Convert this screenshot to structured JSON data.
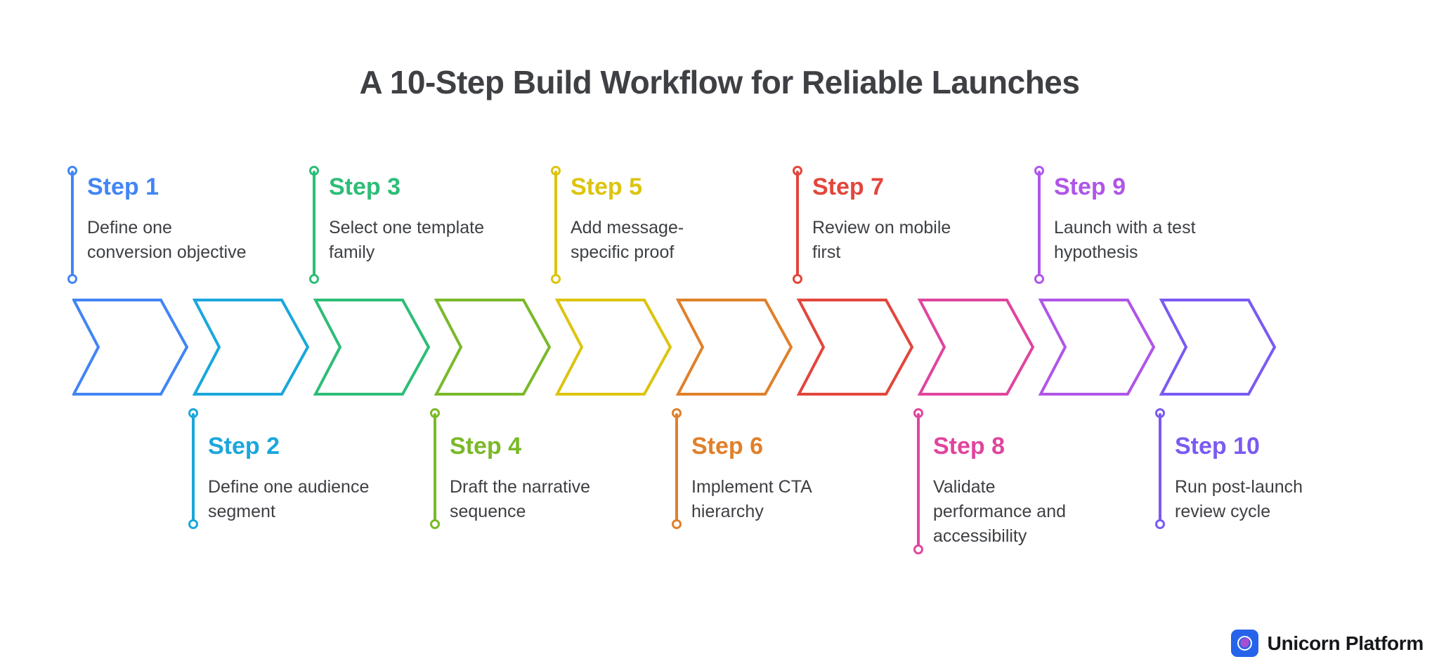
{
  "title": "A 10-Step Build Workflow for Reliable Launches",
  "steps": [
    {
      "label": "Step 1",
      "description": "Define one\nconversion objective",
      "color": "#4285f4",
      "position": "top"
    },
    {
      "label": "Step 2",
      "description": "Define one audience\nsegment",
      "color": "#1aa7dc",
      "position": "bottom"
    },
    {
      "label": "Step 3",
      "description": "Select one template\nfamily",
      "color": "#2dbd78",
      "position": "top"
    },
    {
      "label": "Step 4",
      "description": "Draft the narrative\nsequence",
      "color": "#7ab929",
      "position": "bottom"
    },
    {
      "label": "Step 5",
      "description": "Add message-\nspecific proof",
      "color": "#dcc40e",
      "position": "top"
    },
    {
      "label": "Step 6",
      "description": "Implement CTA\nhierarchy",
      "color": "#e0802a",
      "position": "bottom"
    },
    {
      "label": "Step 7",
      "description": "Review on mobile\nfirst",
      "color": "#e2463c",
      "position": "top"
    },
    {
      "label": "Step 8",
      "description": "Validate\nperformance and\naccessibility",
      "color": "#e0459e",
      "position": "bottom"
    },
    {
      "label": "Step 9",
      "description": "Launch with a test\nhypothesis",
      "color": "#b055e8",
      "position": "top"
    },
    {
      "label": "Step 10",
      "description": "Run post-launch\nreview cycle",
      "color": "#7a5af2",
      "position": "bottom"
    }
  ],
  "branding": {
    "name": "Unicorn Platform",
    "icon": "unicorn-drop-icon",
    "icon_bg": "#2563eb",
    "icon_drop": "#a84fd3"
  },
  "colors": {
    "background": "#ffffff",
    "title_text": "#3e4044",
    "description_text": "#3d3f43"
  }
}
